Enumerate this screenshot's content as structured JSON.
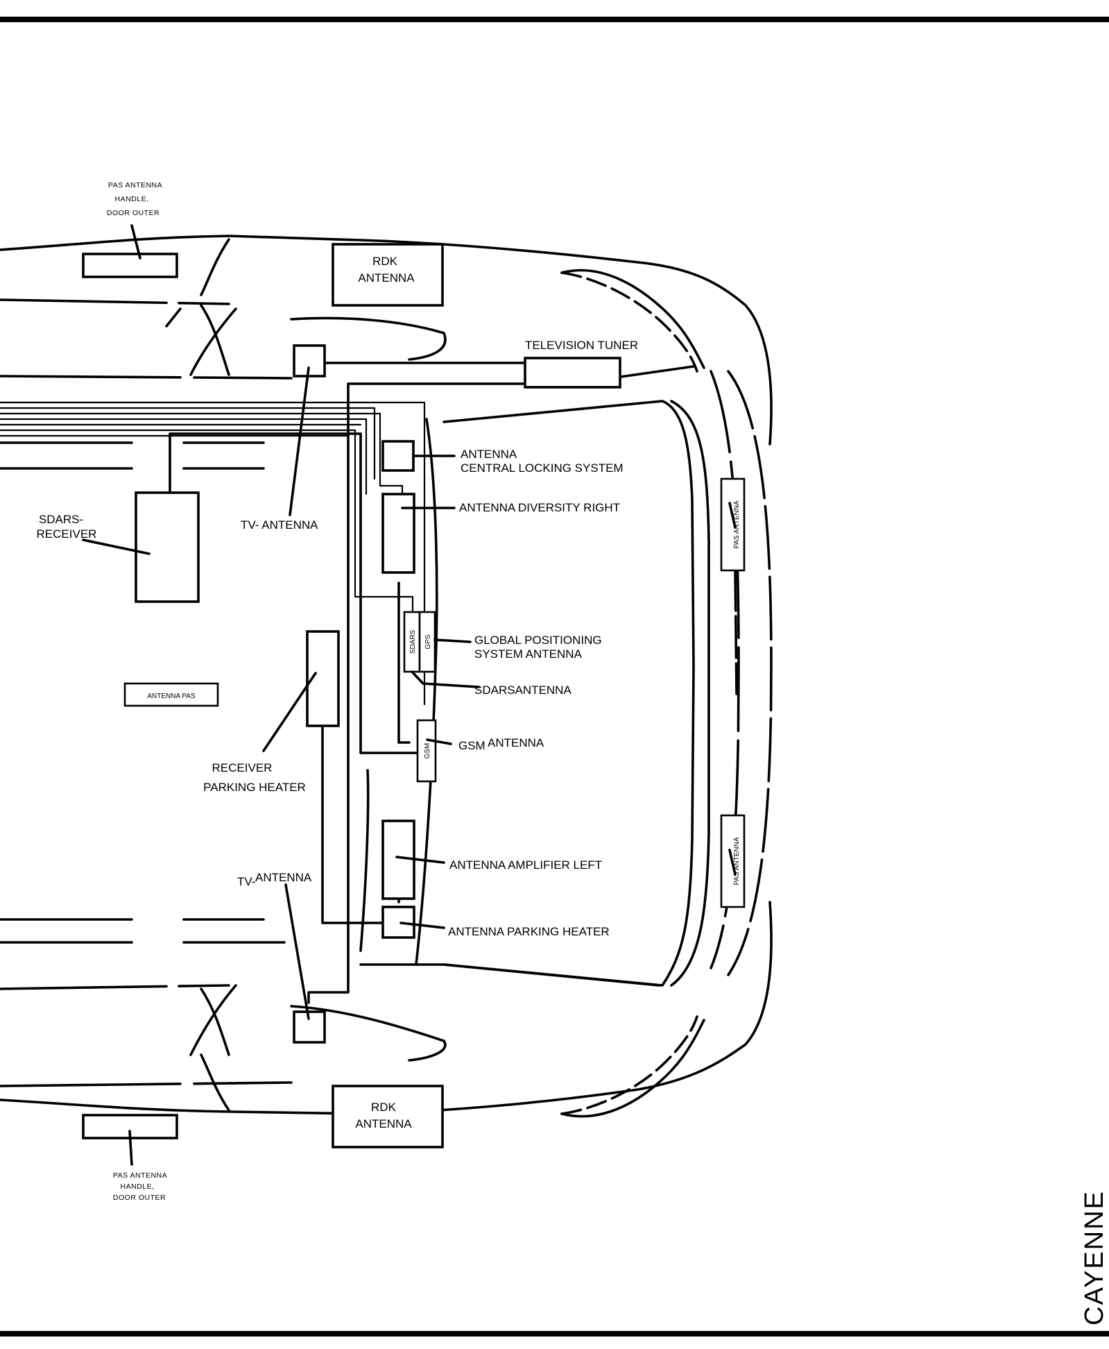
{
  "model": "CAYENNE",
  "labels": {
    "rdk_top": [
      "RDK",
      "ANTENNA"
    ],
    "rdk_bottom": [
      "RDK",
      "ANTENNA"
    ],
    "pas_handle_top": [
      "PAS ANTENNA",
      "HANDLE,",
      "DOOR OUTER"
    ],
    "pas_handle_bottom": [
      "PAS ANTENNA",
      "HANDLE,",
      "DOOR OUTER"
    ],
    "television_tuner": "TELEVISION TUNER",
    "antenna_central_locking": [
      "ANTENNA",
      "CENTRAL LOCKING SYSTEM"
    ],
    "antenna_diversity_right": "ANTENNA DIVERSITY RIGHT",
    "sdars_receiver": [
      "SDARS-",
      "RECEIVER"
    ],
    "tv_antenna_top": "TV- ANTENNA",
    "tv_antenna_bottom_prefix": "TV-",
    "tv_antenna_bottom": "ANTENNA",
    "gps_antenna": [
      "GLOBAL POSITIONING",
      "SYSTEM ANTENNA"
    ],
    "sdars_antenna": "SDARSANTENNA",
    "gsm_antenna_prefix": "GSM",
    "gsm_antenna": "ANTENNA",
    "antenna_pas": "ANTENNA PAS",
    "receiver_parking_heater": [
      "RECEIVER",
      "PARKING HEATER"
    ],
    "antenna_amplifier_left": "ANTENNA AMPLIFIER LEFT",
    "antenna_parking_heater": "ANTENNA PARKING HEATER",
    "pas_antenna_rear_upper": "PAS ANTENNA",
    "pas_antenna_rear_lower": "PAS ANTENNA",
    "box_sdars": "SDARS",
    "box_gps": "GPS",
    "box_gsm": "GSM"
  }
}
